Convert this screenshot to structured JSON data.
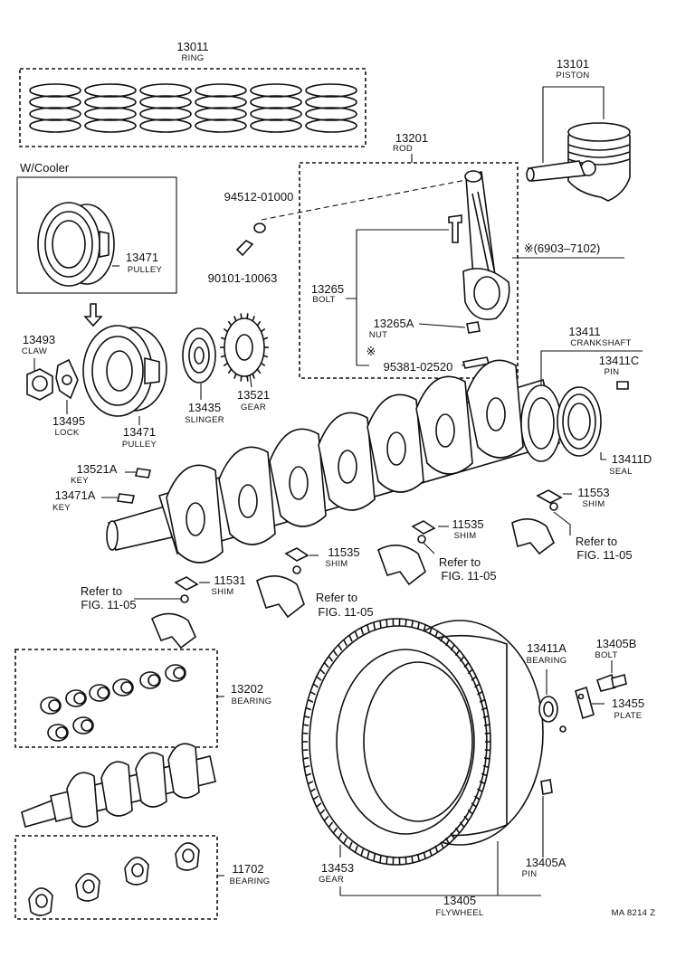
{
  "labels": {
    "ring": {
      "pn": "13011",
      "name": "RING"
    },
    "piston": {
      "pn": "13101",
      "name": "PISTON"
    },
    "rod": {
      "pn": "13201",
      "name": "ROD"
    },
    "wcooler": "W/Cooler",
    "pulley_cooler": {
      "pn": "13471",
      "name": "PULLEY"
    },
    "nut_a": "94512-01000",
    "bolt_b": "90101-10063",
    "rod_bolt": {
      "pn": "13265",
      "name": "BOLT"
    },
    "rod_nut": {
      "pn": "13265A",
      "name": "NUT"
    },
    "asterisk": "※",
    "pin_code": "95381-02520",
    "prod_date": "※(6903–7102)",
    "claw": {
      "pn": "13493",
      "name": "CLAW"
    },
    "lock": {
      "pn": "13495",
      "name": "LOCK"
    },
    "pulley": {
      "pn": "13471",
      "name": "PULLEY"
    },
    "slinger": {
      "pn": "13435",
      "name": "SLINGER"
    },
    "gear": {
      "pn": "13521",
      "name": "GEAR"
    },
    "crankshaft": {
      "pn": "13411",
      "name": "CRANKSHAFT"
    },
    "crank_pin": {
      "pn": "13411C",
      "name": "PIN"
    },
    "seal": {
      "pn": "13411D",
      "name": "SEAL"
    },
    "key_a": {
      "pn": "13521A",
      "name": "KEY"
    },
    "key_b": {
      "pn": "13471A",
      "name": "KEY"
    },
    "shim_11553": {
      "pn": "11553",
      "name": "SHIM"
    },
    "shim_11535a": {
      "pn": "11535",
      "name": "SHIM"
    },
    "shim_11535b": {
      "pn": "11535",
      "name": "SHIM"
    },
    "shim_11531": {
      "pn": "11531",
      "name": "SHIM"
    },
    "refer1": [
      "Refer to",
      "FIG. 11-05"
    ],
    "refer2": [
      "Refer to",
      "FIG. 11-05"
    ],
    "refer3": [
      "Refer to",
      "FIG. 11-05"
    ],
    "refer4": [
      "Refer to",
      "FIG. 11-05"
    ],
    "bearing_13202": {
      "pn": "13202",
      "name": "BEARING"
    },
    "bearing_11702": {
      "pn": "11702",
      "name": "BEARING"
    },
    "bearing_13411a": {
      "pn": "13411A",
      "name": "BEARING"
    },
    "bolt_13405b": {
      "pn": "13405B",
      "name": "BOLT"
    },
    "plate": {
      "pn": "13455",
      "name": "PLATE"
    },
    "ring_gear": {
      "pn": "13453",
      "name": "GEAR"
    },
    "fw_pin": {
      "pn": "13405A",
      "name": "PIN"
    },
    "flywheel": {
      "pn": "13405",
      "name": "FLYWHEEL"
    },
    "code": "MA 8214 Z"
  }
}
